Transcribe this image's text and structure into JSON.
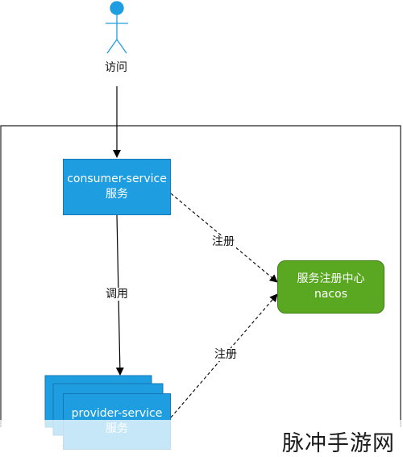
{
  "actor": {
    "label": "访问"
  },
  "nodes": {
    "consumer": {
      "line1": "consumer-service",
      "line2": "服务"
    },
    "provider": {
      "line1": "provider-service",
      "line2": "服务"
    },
    "nacos": {
      "line1": "服务注册中心",
      "line2": "nacos"
    }
  },
  "edges": {
    "call": "调用",
    "register_consumer": "注册",
    "register_provider": "注册"
  },
  "watermark": "脉冲手游网",
  "colors": {
    "service_blue": "#1e9ee0",
    "nacos_green": "#5aa822"
  }
}
